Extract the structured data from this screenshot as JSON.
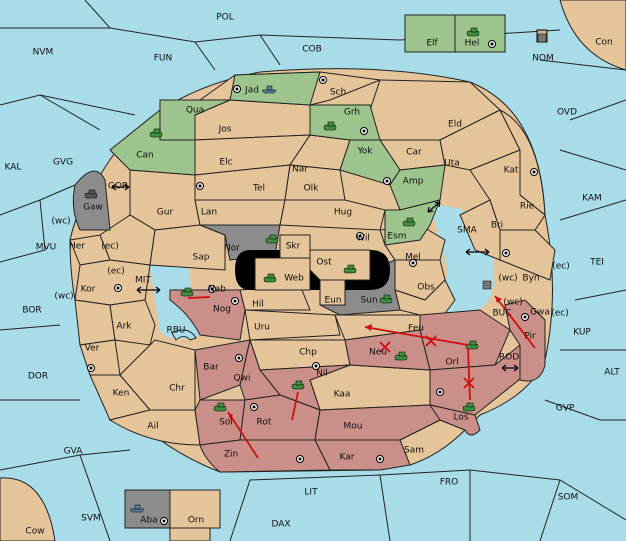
{
  "map": {
    "colors": {
      "sea": "#a8dce8",
      "land": "#e5c49a",
      "green_power": "#9cc48c",
      "red_power": "#c98f88",
      "grey_power": "#8c8c8c",
      "order_arrow": "#d01010"
    },
    "sea_labels": [
      "POL",
      "NVM",
      "FUN",
      "COB",
      "NOM",
      "Con",
      "OVD",
      "KAL",
      "GVG",
      "GOR",
      "KAM",
      "MVU",
      "MIT",
      "SMA",
      "TEI",
      "BOR",
      "RBU",
      "BUC",
      "KUP",
      "DOR",
      "ROD",
      "ALT",
      "GVP",
      "GVA",
      "FRO",
      "SOM",
      "LIT",
      "SVM",
      "DAX",
      "Cow"
    ],
    "land_labels": [
      "Elf",
      "Hel",
      "Jad",
      "Sch",
      "Qua",
      "Grh",
      "Jos",
      "Eld",
      "Can",
      "Yok",
      "Car",
      "Elc",
      "Nar",
      "Uta",
      "Kat",
      "Tel",
      "Olk",
      "Amp",
      "Gaw",
      "Gur",
      "Lan",
      "Hug",
      "Rie",
      "Bri",
      "Esm",
      "Her",
      "(wc)",
      "(ec)",
      "Skr",
      "Wil",
      "Nor",
      "Ost",
      "Mel",
      "Byn",
      "Web",
      "Sap",
      "Kor",
      "Nab",
      "Eun",
      "Obs",
      "Sun",
      "Gwa",
      "Hil",
      "Nog",
      "Ark",
      "Pir",
      "Uru",
      "Feu",
      "Neu",
      "Orl",
      "Chp",
      "Ver",
      "Bar",
      "Qwi",
      "Nil",
      "Ken",
      "Kaa",
      "Chr",
      "Sol",
      "Rot",
      "Los",
      "Ail",
      "Mou",
      "Sam",
      "Zin",
      "Kar",
      "Aba",
      "Orn"
    ],
    "icons": [
      "army-icon",
      "fleet-icon",
      "supply-center-icon",
      "convoy-arrow-icon",
      "order-arrow-icon",
      "failed-order-cross-icon"
    ]
  }
}
